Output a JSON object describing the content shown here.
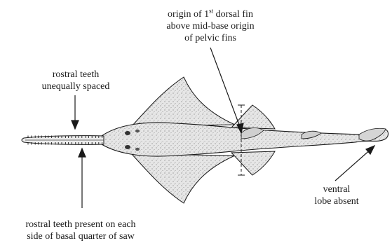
{
  "labels": {
    "dorsal_origin": {
      "line1_pre": "origin of 1",
      "line1_sup": "st",
      "line1_post": " dorsal fin",
      "line2": "above mid-base origin",
      "line3": "of pelvic fins"
    },
    "rostral_spacing": {
      "line1": "rostral teeth",
      "line2": "unequally spaced"
    },
    "rostral_basal": {
      "line1": "rostral teeth present on each",
      "line2": "side of basal quarter of saw"
    },
    "ventral_lobe": {
      "line1": "ventral",
      "line2": "lobe absent"
    }
  },
  "colors": {
    "ink": "#1a1a1a",
    "body_fill": "#d9d9d9",
    "background": "#ffffff"
  }
}
